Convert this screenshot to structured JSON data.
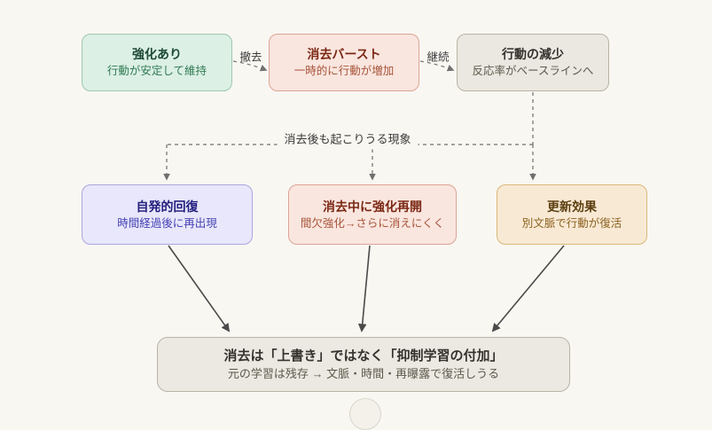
{
  "canvas": {
    "background": "#f9f7f2"
  },
  "nodes": {
    "reinforced": {
      "title": "強化あり",
      "subtitle": "行動が安定して維持",
      "fill": "#dcf0e6",
      "border": "#9dc8ae",
      "title_color": "#1d4a36",
      "subtitle_color": "#2f7a52"
    },
    "burst": {
      "title": "消去バースト",
      "subtitle": "一時的に行動が増加",
      "fill": "#f9e6df",
      "border": "#dca394",
      "title_color": "#7c2815",
      "subtitle_color": "#a8543a"
    },
    "decline": {
      "title": "行動の減少",
      "subtitle": "反応率がベースラインへ",
      "fill": "#eae8e0",
      "border": "#b8b4a6",
      "title_color": "#34322c",
      "subtitle_color": "#5d594d"
    },
    "spontaneous": {
      "title": "自発的回復",
      "subtitle": "時間経過後に再出現",
      "fill": "#e8e7fb",
      "border": "#aaa6de",
      "title_color": "#23207e",
      "subtitle_color": "#4743b4"
    },
    "reinstatement": {
      "title": "消去中に強化再開",
      "subtitle": "間欠強化→さらに消えにくく",
      "fill": "#f9e6df",
      "border": "#dca394",
      "title_color": "#7c2815",
      "subtitle_color": "#a8543a"
    },
    "renewal": {
      "title": "更新効果",
      "subtitle": "別文脈で行動が復活",
      "fill": "#f8e9d4",
      "border": "#d9b87a",
      "title_color": "#5c3f10",
      "subtitle_color": "#8c611f"
    },
    "conclusion": {
      "title": "消去は「上書き」ではなく「抑制学習の付加」",
      "subtitle": "元の学習は残存 → 文脈・時間・再曝露で復活しうる",
      "fill": "#ebe9e1",
      "border": "#b8b4a6",
      "title_color": "#34322c",
      "subtitle_color": "#5d594d"
    }
  },
  "edges": {
    "withdraw_label": "撤去",
    "continue_label": "継続",
    "branch_label": "消去後も起こりうる現象",
    "dashed_color": "#6f6f6f",
    "solid_color": "#4a4a4a"
  }
}
